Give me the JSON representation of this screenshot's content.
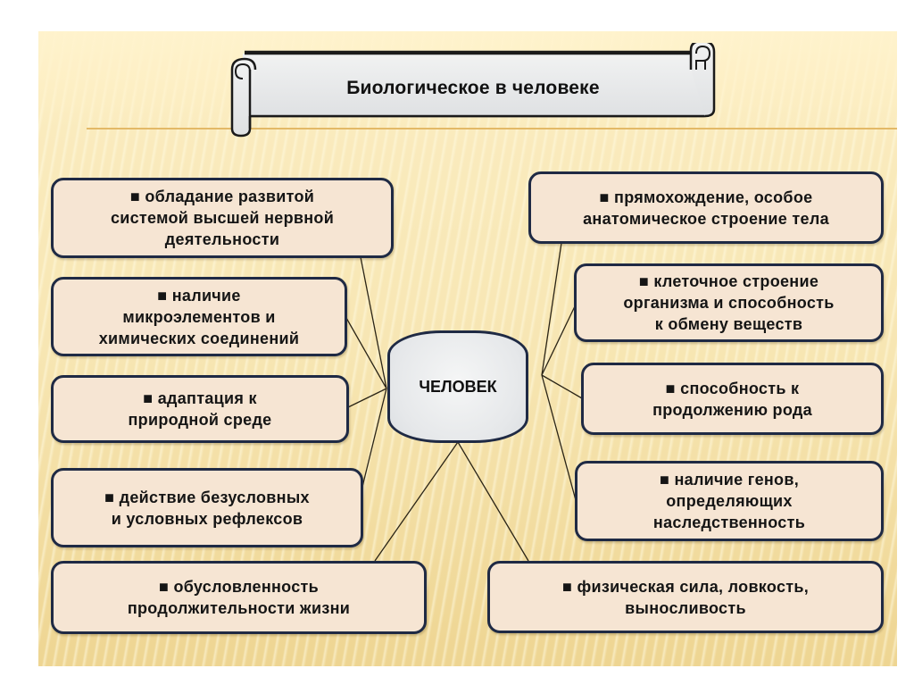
{
  "title": "Биологическое в человеке",
  "center": "ЧЕЛОВЕК",
  "bullet": "■",
  "colors": {
    "box_fill": "#f6e5d3",
    "box_border": "#1f2a44",
    "center_fill": "#e9ebed",
    "background": "#f6e4ae",
    "accent_line": "#e3b967"
  },
  "left_items": [
    {
      "text": "■ обладание развитой\nсистемой высшей нервной\nдеятельности"
    },
    {
      "text": "■ наличие\nмикроэлементов и\nхимических соединений"
    },
    {
      "text": "■ адаптация к\nприродной среде"
    },
    {
      "text": "■  действие безусловных\nи условных рефлексов"
    },
    {
      "text": "■ обусловленность\nпродолжительности жизни"
    }
  ],
  "right_items": [
    {
      "text": "■ прямохождение, особое\nанатомическое строение тела"
    },
    {
      "text": "■ клеточное строение\nорганизма и способность\nк обмену веществ"
    },
    {
      "text": "■ способность к\nпродолжению рода"
    },
    {
      "text": "■ наличие генов,\nопределяющих\nнаследственность"
    },
    {
      "text": "■ физическая сила, ловкость,\nвыносливость"
    }
  ]
}
